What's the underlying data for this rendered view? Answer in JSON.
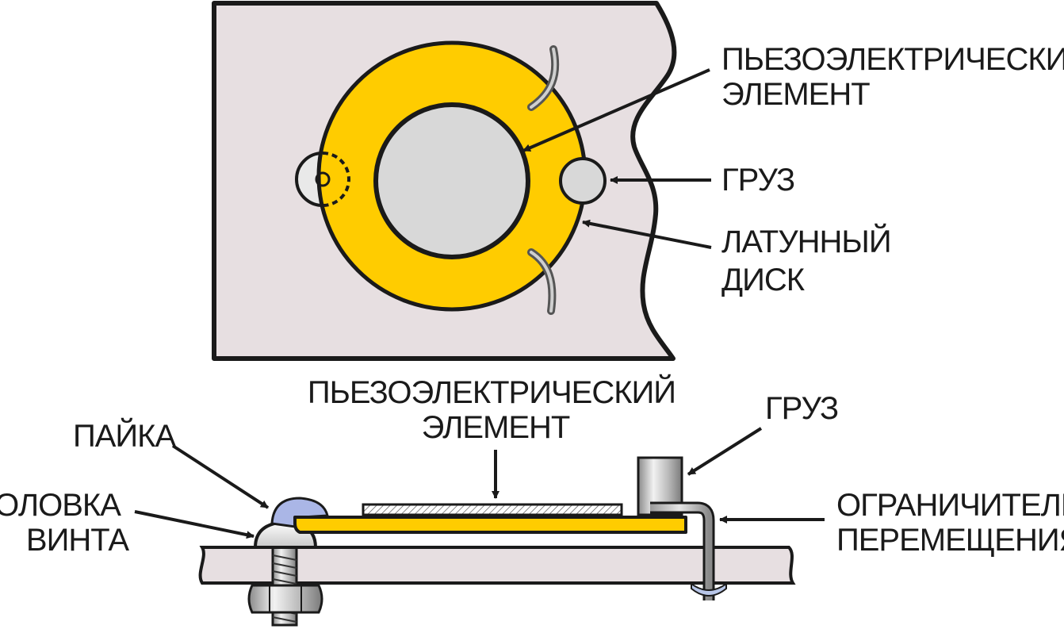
{
  "top_view": {
    "piezo_label": [
      "ПЬЕЗОЭЛЕКТРИЧЕСКИЙ",
      "ЭЛЕМЕНТ"
    ],
    "weight_label": "ГРУЗ",
    "brass_label": [
      "ЛАТУННЫЙ",
      "ДИСК"
    ]
  },
  "side_view": {
    "piezo_label": [
      "ПЬЕЗОЭЛЕКТРИЧЕСКИЙ",
      "ЭЛЕМЕНТ"
    ],
    "weight_label": "ГРУЗ",
    "solder_label": "ПАЙКА",
    "screw_head_label": [
      "ГОЛОВКА",
      "ВИНТА"
    ],
    "limiter_label": [
      "ОГРАНИЧИТЕЛЬ",
      "ПЕРЕМЕЩЕНИЯ"
    ]
  },
  "colors": {
    "panel": "#e7dfe1",
    "brass": "#ffcc00",
    "piezo": "#d8d8d8",
    "solder": "#aab6e6",
    "outline": "#1a1a1a"
  }
}
